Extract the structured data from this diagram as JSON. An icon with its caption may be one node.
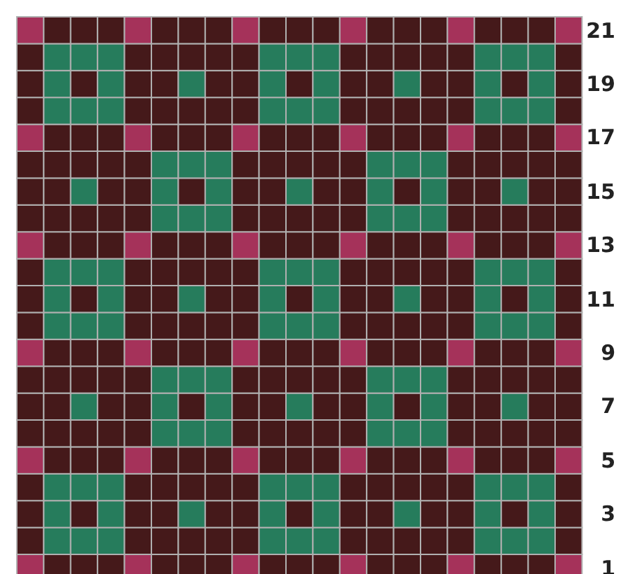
{
  "diagram": {
    "labels": [
      "21",
      "19",
      "17",
      "15",
      "13",
      "11",
      "9",
      "7",
      "5",
      "3",
      "1"
    ]
  }
}
